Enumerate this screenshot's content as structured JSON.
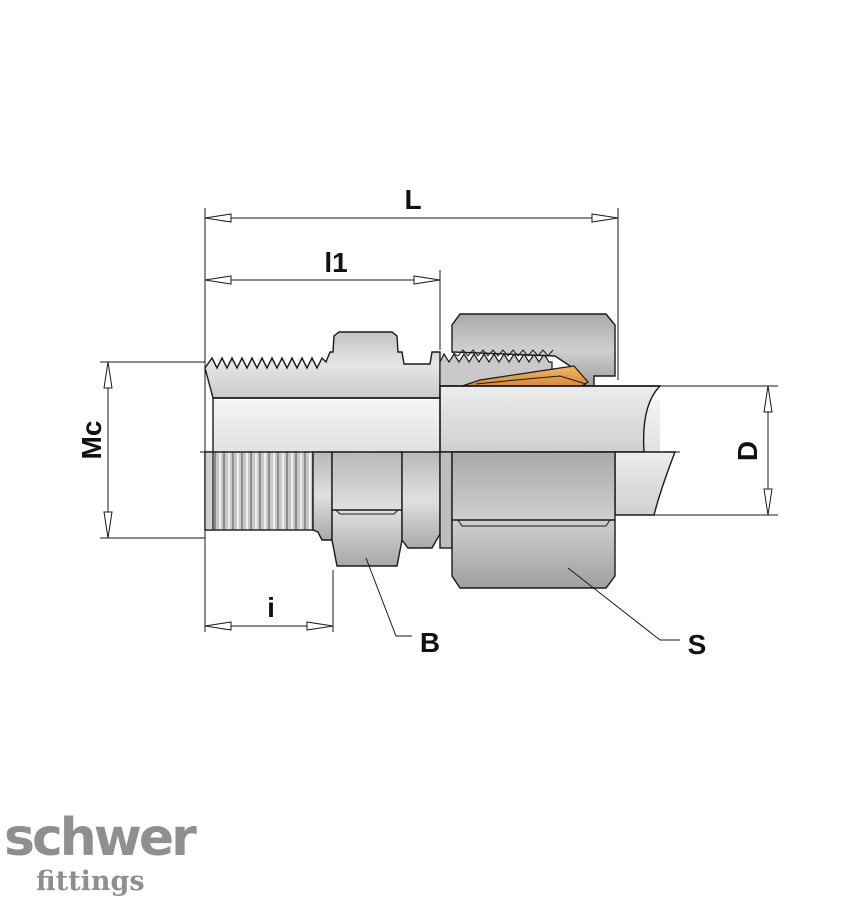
{
  "labels": {
    "length_total": "L",
    "length_l1": "l1",
    "thread_diameter": "Mc",
    "tube_diameter": "D",
    "thread_length": "i",
    "body_hex": "B",
    "nut_hex": "S"
  },
  "logo": {
    "line1": "schwer",
    "line2": "fittings"
  },
  "colors": {
    "metal_light": "#dcdcdc",
    "metal_mid": "#bdbdbd",
    "metal_dark": "#9a9a9a",
    "ferrule": "#e8a04a",
    "outline": "#1a1a1a",
    "logo_gray": "#8f8f8f"
  }
}
